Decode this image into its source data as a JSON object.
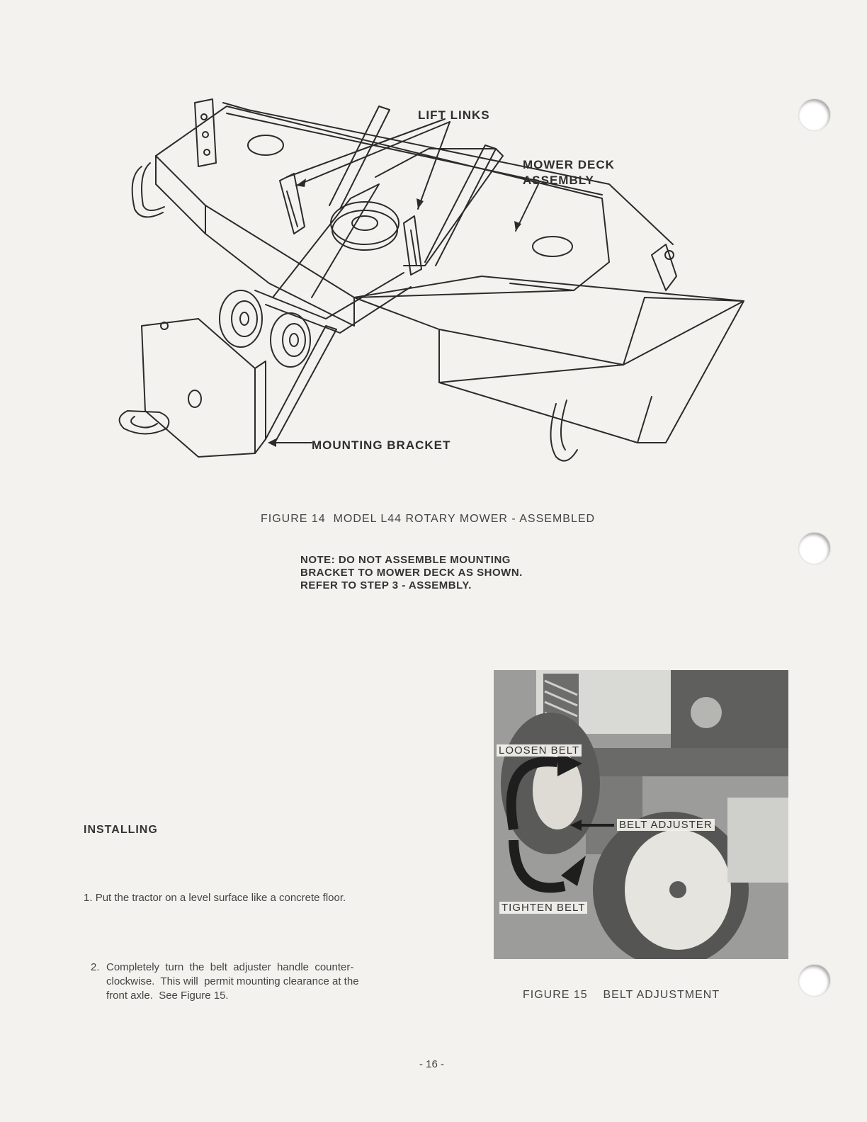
{
  "figure14": {
    "callout_lift_links": "LIFT LINKS",
    "callout_mower_deck_line1": "MOWER DECK",
    "callout_mower_deck_line2": "ASSEMBLY",
    "callout_mounting_bracket": "MOUNTING BRACKET",
    "caption": "FIGURE 14  MODEL L44 ROTARY MOWER - ASSEMBLED"
  },
  "note": {
    "line1": "NOTE: DO NOT ASSEMBLE MOUNTING",
    "line2": "BRACKET TO MOWER DECK AS SHOWN.",
    "line3": "REFER TO STEP 3 - ASSEMBLY."
  },
  "installing": {
    "heading": "INSTALLING",
    "steps": [
      {
        "number": "1.",
        "text": "Put the tractor on a level surface like a concrete floor."
      },
      {
        "number": "2.",
        "text_line1": "Completely  turn  the  belt  adjuster  handle  counter-",
        "text_line2": "clockwise.  This will  permit mounting clearance at the",
        "text_line3": "front axle.  See Figure 15."
      }
    ]
  },
  "figure15": {
    "label_loosen": "LOOSEN BELT",
    "label_adjuster": "BELT ADJUSTER",
    "label_tighten": "TIGHTEN BELT",
    "caption": "FIGURE 15    BELT ADJUSTMENT"
  },
  "page_number": "- 16 -"
}
